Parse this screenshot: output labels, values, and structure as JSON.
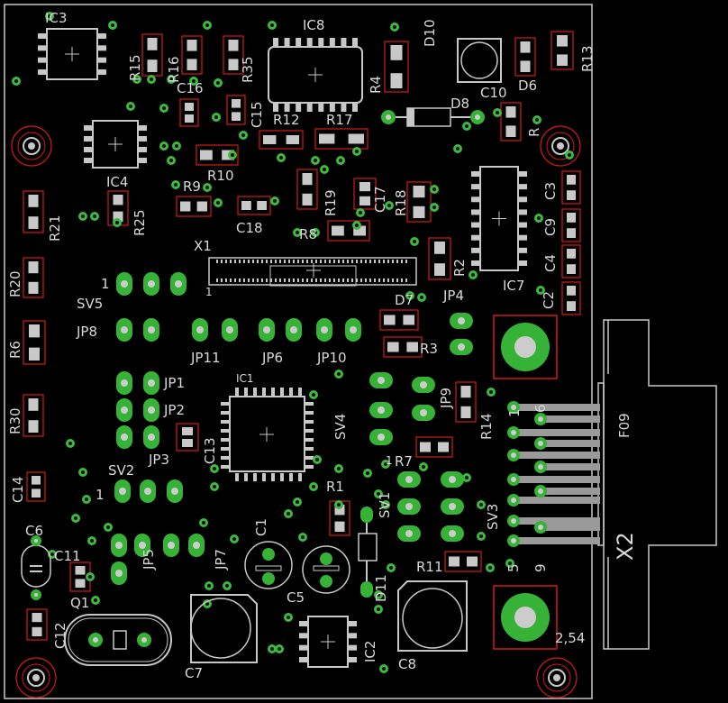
{
  "board": {
    "colors": {
      "background": "#000000",
      "outline": "#c8c8c8",
      "pad_green": "#36b336",
      "pad_gray": "#cccccc",
      "smd_box": "#d11a1a",
      "via_green": "#3fb83f",
      "mount_ring": "#d01818"
    }
  },
  "labels": {
    "IC3": "IC3",
    "IC8": "IC8",
    "D10": "D10",
    "R15": "R15",
    "R16": "R16",
    "R35": "R35",
    "R4": "R4",
    "C10": "C10",
    "D6": "D6",
    "R13": "R13",
    "C16": "C16",
    "D8": "D8",
    "R12": "R12",
    "R17": "R17",
    "C15": "C15",
    "R": "R",
    "IC4": "IC4",
    "R10": "R10",
    "R9": "R9",
    "R25": "R25",
    "C18": "C18",
    "R19": "R19",
    "C17": "C17",
    "R18": "R18",
    "R8": "R8",
    "R21": "R21",
    "C3": "C3",
    "C9": "C9",
    "C4": "C4",
    "C2": "C2",
    "X1": "X1",
    "R2": "R2",
    "IC7": "IC7",
    "R20": "R20",
    "SV5": "SV5",
    "one_sv5": "1",
    "one_x1": "1",
    "D7": "D7",
    "JP4": "JP4",
    "R3": "R3",
    "R6": "R6",
    "JP8": "JP8",
    "JP11": "JP11",
    "JP6": "JP6",
    "JP10": "JP10",
    "IC1": "IC1",
    "JP1": "JP1",
    "JP2": "JP2",
    "JP3": "JP3",
    "SV4": "SV4",
    "JP9": "JP9",
    "R14": "R14",
    "R30": "R30",
    "C13": "C13",
    "R7": "R7",
    "SV2": "SV2",
    "one_sv2": "1",
    "C14": "C14",
    "R1": "R1",
    "SV1": "SV1",
    "SV3": "SV3",
    "C6": "C6",
    "C1": "C1",
    "JP5": "JP5",
    "JP7": "JP7",
    "C11": "C11",
    "C5": "C5",
    "D11": "D11",
    "R11": "R11",
    "Q1": "Q1",
    "C12": "C12",
    "C7": "C7",
    "IC2": "IC2",
    "C8": "C8",
    "F09": "F09",
    "X2": "X2",
    "pin1": "1",
    "pin6": "6",
    "pin5": "5",
    "pin9": "9",
    "pitch": "2,54",
    "one_sv1": "1"
  }
}
